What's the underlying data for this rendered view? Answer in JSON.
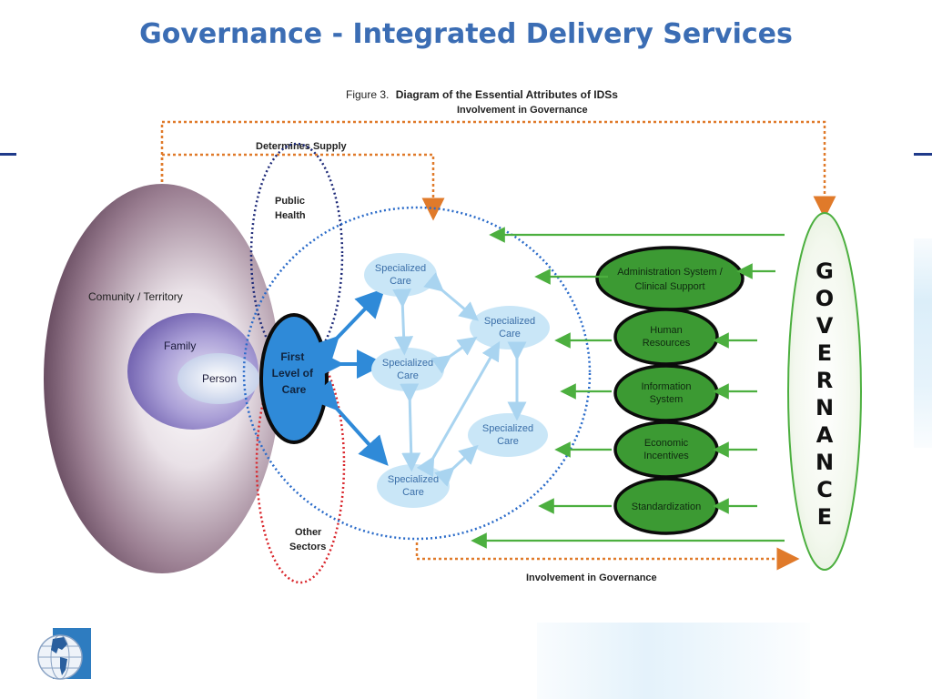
{
  "slide": {
    "title": "Governance - Integrated Delivery Services"
  },
  "figure": {
    "caption_prefix": "Figure 3.",
    "caption_title": "Diagram of the Essential Attributes of IDSs"
  },
  "labels": {
    "involvement_top": "Involvement in Governance",
    "determines_supply": "Determines Supply",
    "public_health": [
      "Public",
      "Health"
    ],
    "community": "Comunity / Territory",
    "family": "Family",
    "person": "Person",
    "first_level": [
      "First",
      "Level of",
      "Care"
    ],
    "other_sectors": [
      "Other",
      "Sectors"
    ],
    "specialized_care": [
      "Specialized",
      "Care"
    ],
    "involvement_bottom": "Involvement in Governance",
    "governance_letters": [
      "G",
      "O",
      "V",
      "E",
      "R",
      "N",
      "A",
      "N",
      "C",
      "E"
    ]
  },
  "attributes": [
    [
      "Administration System /",
      "Clinical Support"
    ],
    [
      "Human",
      "Resources"
    ],
    [
      "Information",
      "System"
    ],
    [
      "Economic",
      "Incentives"
    ],
    [
      "Standardization"
    ]
  ],
  "colors": {
    "title": "#3b6db4",
    "orange_dashed": "#e07a2a",
    "green": "#4caf3f",
    "green_fill": "#3c9a33",
    "blue_dotted": "#2a6bc9",
    "navy_dotted": "#1e2a78",
    "red_dotted": "#d9252b",
    "specialized_fill": "#c9e6f7",
    "first_level_fill": "#2f8ad8",
    "community_outer": "#6b4d63",
    "family_fill": "#8d7fc0"
  }
}
